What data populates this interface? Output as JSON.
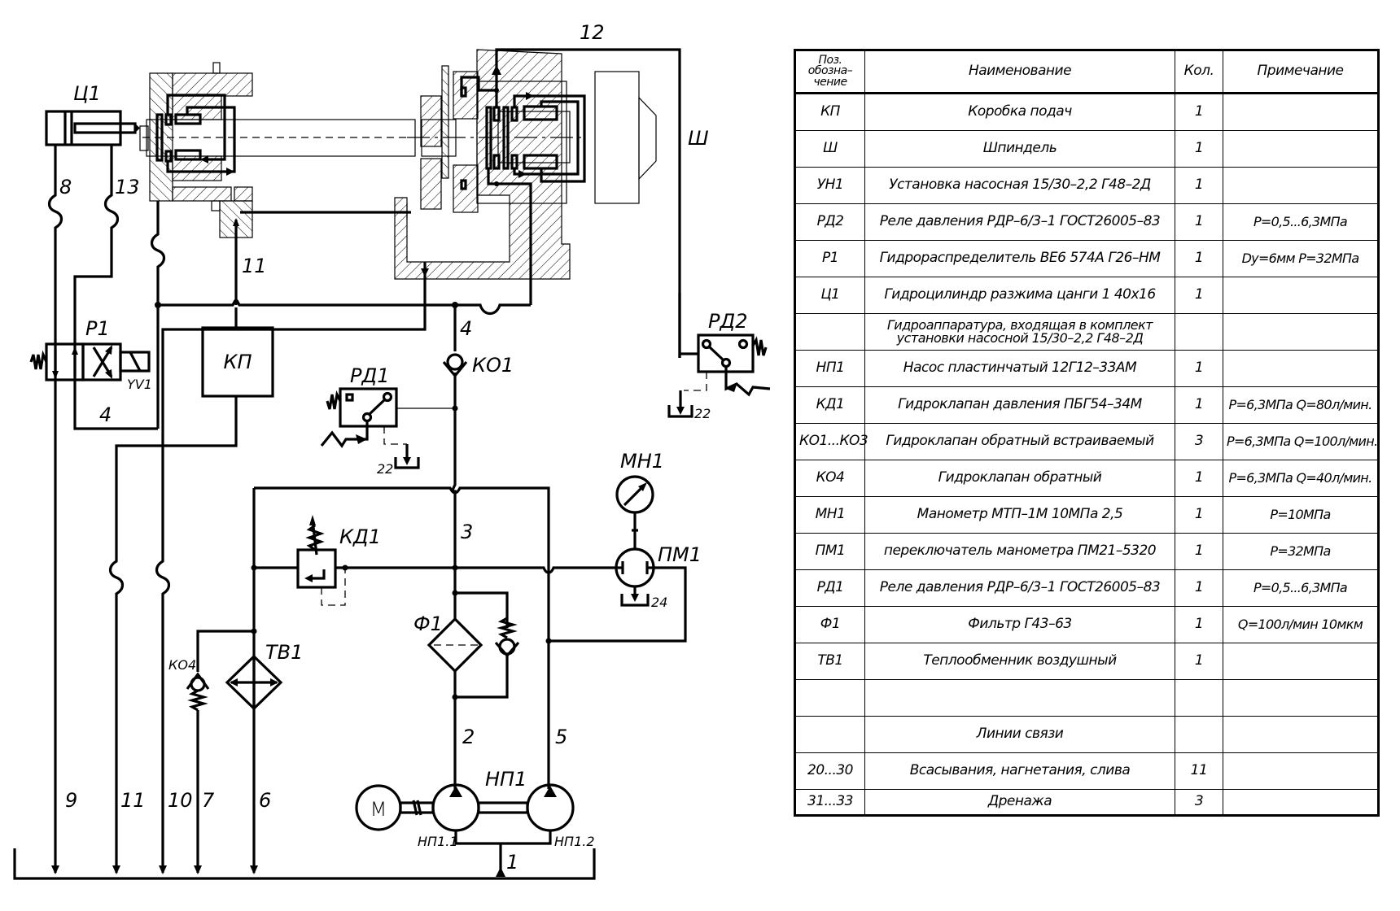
{
  "diagram": {
    "type": "hydraulic-schematic",
    "components": {
      "cylinder": "Ц1",
      "spindle": "Ш",
      "feed_box": "КП",
      "distributor": "Р1",
      "solenoid": "YV1",
      "pressure_relay_1": "РД1",
      "pressure_relay_2": "РД2",
      "check_valve_1": "КО1",
      "check_valve_4": "КО4",
      "relief_valve": "КД1",
      "manometer": "МН1",
      "manometer_switch": "ПМ1",
      "filter": "Ф1",
      "heat_exchanger": "ТВ1",
      "pump": "НП1",
      "pump_section_1": "НП1.1",
      "pump_section_2": "НП1.2",
      "motor": "M"
    },
    "line_numbers": {
      "l1": "1",
      "l2": "2",
      "l3": "3",
      "l4_bus": "4",
      "l4_valve": "4",
      "l5": "5",
      "l6": "6",
      "l7": "7",
      "l8": "8",
      "l9": "9",
      "l10": "10",
      "l11_top": "11",
      "l11_bottom": "11",
      "l12": "12",
      "l13": "13",
      "drain_rd1": "22",
      "drain_rd2": "22",
      "drain_pm1": "24"
    },
    "icons": {
      "spring": "spring-icon",
      "check": "check-valve-icon",
      "gauge": "gauge-icon",
      "tank": "tank-icon"
    }
  },
  "spec_table": {
    "headers": {
      "pos": "Поз. обозна– чение",
      "name": "Наименование",
      "qty": "Кол.",
      "note": "Примечание"
    },
    "rows": [
      {
        "pos": "КП",
        "name": "Коробка подач",
        "qty": "1",
        "note": ""
      },
      {
        "pos": "Ш",
        "name": "Шпиндель",
        "qty": "1",
        "note": ""
      },
      {
        "pos": "УН1",
        "name": "Установка насосная 15/30–2,2 Г48–2Д",
        "qty": "1",
        "note": ""
      },
      {
        "pos": "РД2",
        "name": "Реле давления РДР–6/3–1  ГОСТ26005–83",
        "qty": "1",
        "note": "P=0,5...6,3МПа"
      },
      {
        "pos": "Р1",
        "name": "Гидрораспределитель ВЕ6 574А Г26–НМ",
        "qty": "1",
        "note": "Dy=6мм P=32МПа"
      },
      {
        "pos": "Ц1",
        "name": "Гидроцилиндр разжима цанги 1 40х16",
        "qty": "1",
        "note": ""
      },
      {
        "pos": "",
        "name": "Гидроаппаратура, входящая в комплект установки насосной 15/30–2,2 Г48–2Д",
        "qty": "",
        "note": ""
      },
      {
        "pos": "НП1",
        "name": "Насос пластинчатый 12Г12–33АМ",
        "qty": "1",
        "note": ""
      },
      {
        "pos": "КД1",
        "name": "Гидроклапан давления ПБГ54–34М",
        "qty": "1",
        "note": "P=6,3МПа Q=80л/мин."
      },
      {
        "pos": "КО1...КО3",
        "name": "Гидроклапан обратный встраиваемый",
        "qty": "3",
        "note": "P=6,3МПа Q=100л/мин."
      },
      {
        "pos": "КО4",
        "name": "Гидроклапан обратный",
        "qty": "1",
        "note": "P=6,3МПа Q=40л/мин."
      },
      {
        "pos": "МН1",
        "name": "Манометр МТП–1М 10МПа 2,5",
        "qty": "1",
        "note": "P=10МПа"
      },
      {
        "pos": "ПМ1",
        "name": "переключатель манометра ПМ21–5320",
        "qty": "1",
        "note": "P=32МПа"
      },
      {
        "pos": "РД1",
        "name": "Реле давления РДР–6/3–1  ГОСТ26005–83",
        "qty": "1",
        "note": "P=0,5...6,3МПа"
      },
      {
        "pos": "Ф1",
        "name": "Фильтр Г43–63",
        "qty": "1",
        "note": "Q=100л/мин  10мкм"
      },
      {
        "pos": "ТВ1",
        "name": "Теплообменник воздушный",
        "qty": "1",
        "note": ""
      },
      {
        "pos": "",
        "name": "",
        "qty": "",
        "note": ""
      },
      {
        "pos": "",
        "name": "Линии связи",
        "qty": "",
        "note": ""
      },
      {
        "pos": "20...30",
        "name": "Всасывания, нагнетания, слива",
        "qty": "11",
        "note": ""
      },
      {
        "pos": "31...33",
        "name": "Дренажа",
        "qty": "3",
        "note": ""
      }
    ]
  }
}
